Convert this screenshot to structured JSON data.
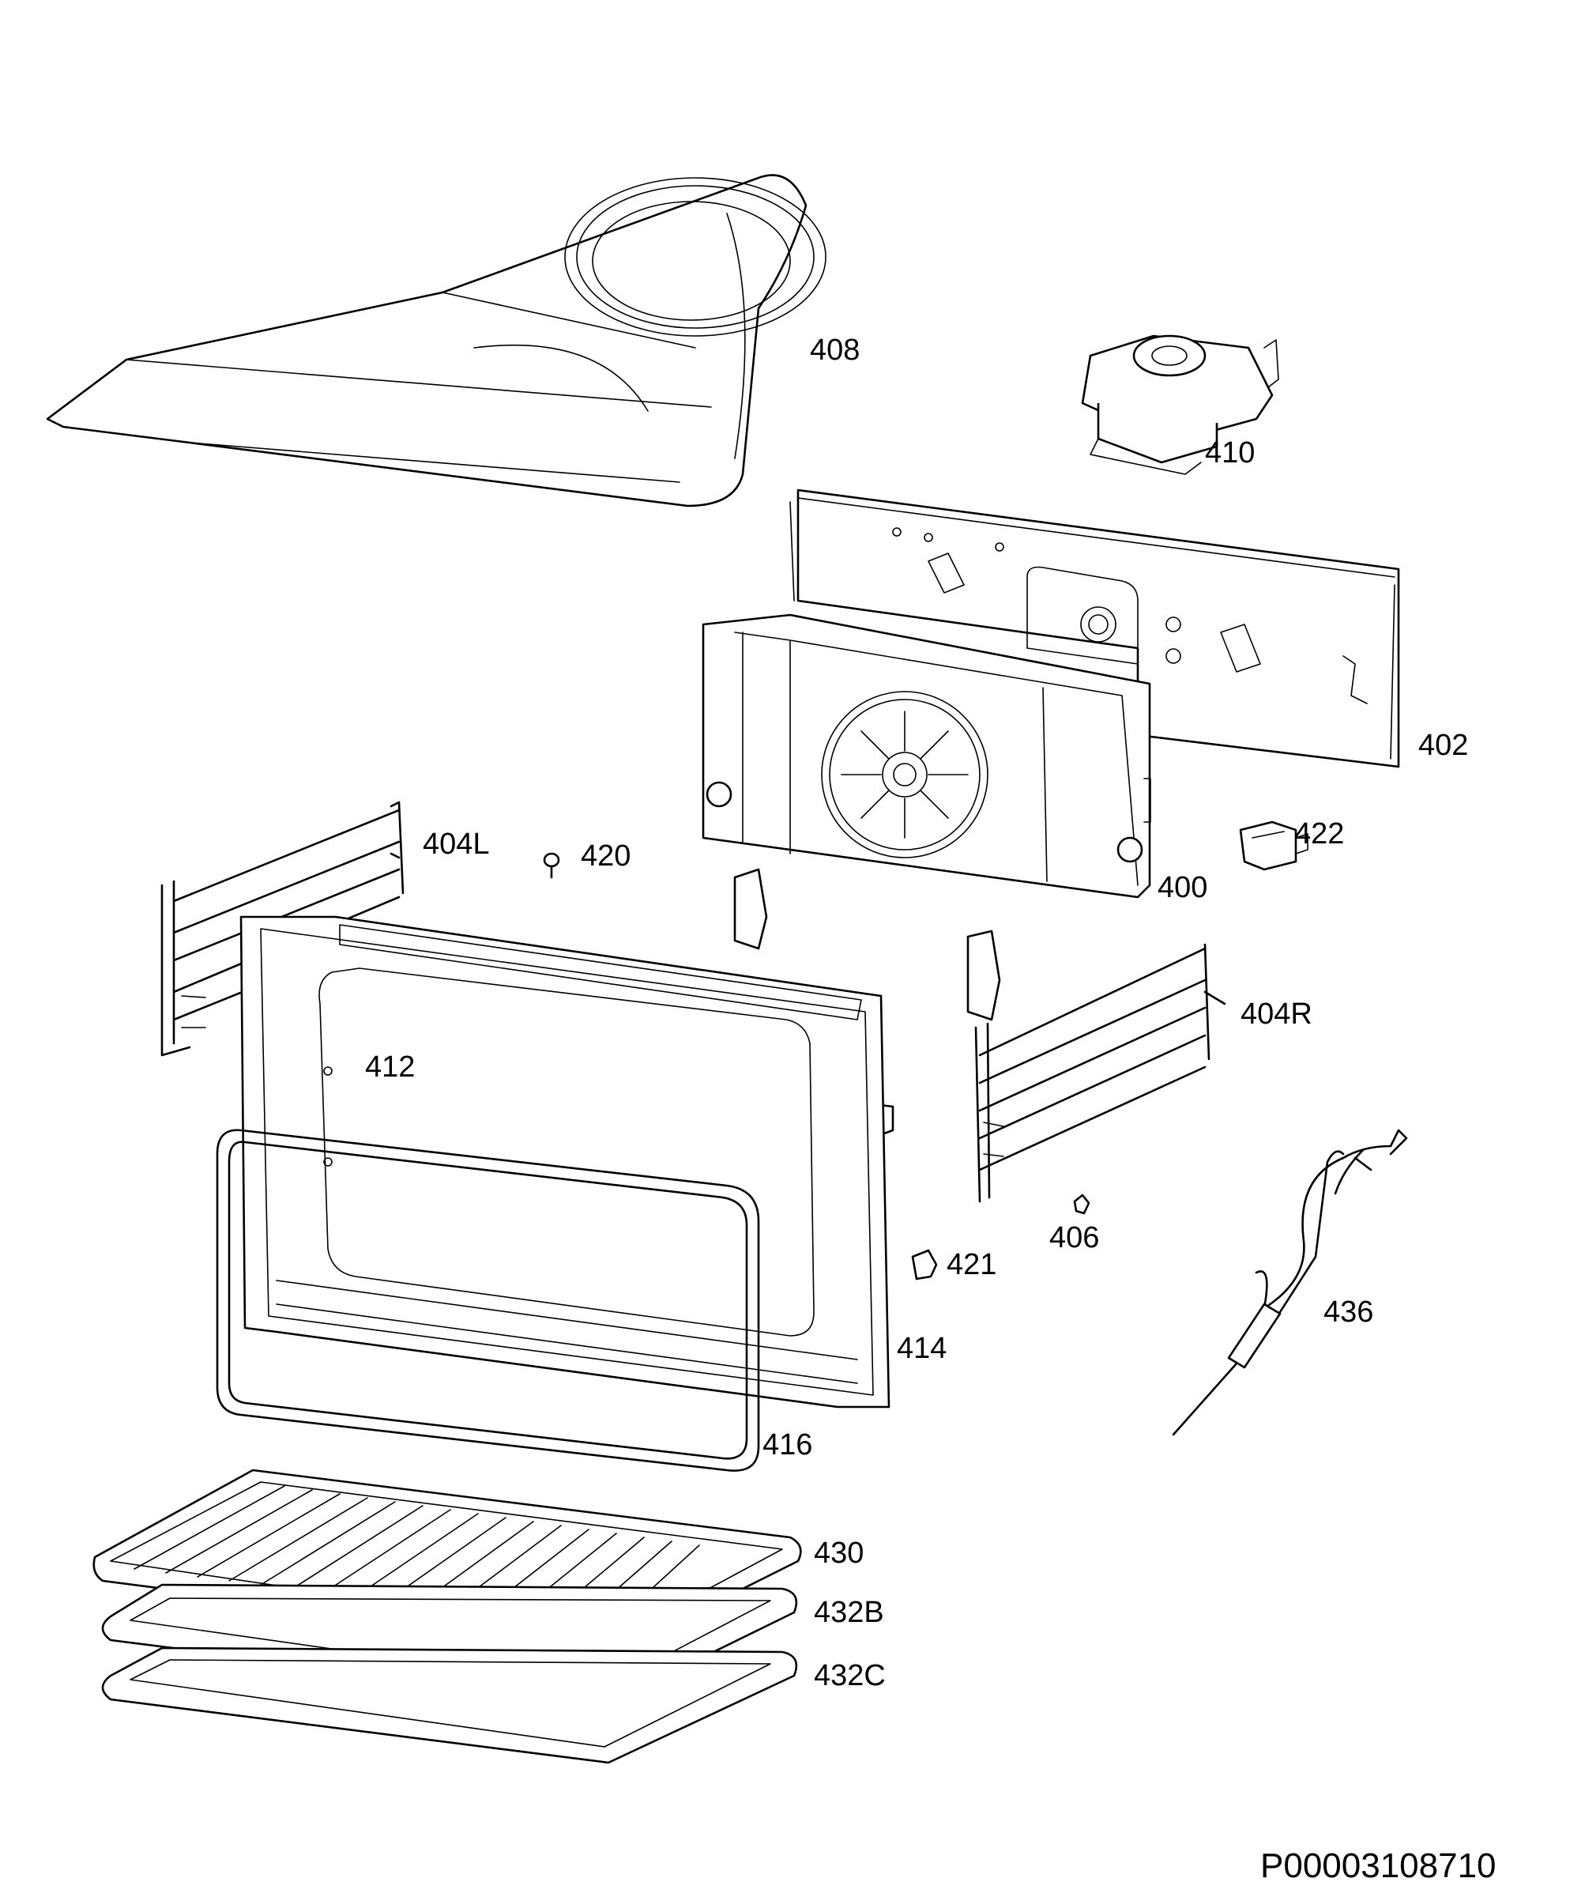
{
  "labels": {
    "408": "408",
    "410": "410",
    "402": "402",
    "400": "400",
    "422": "422",
    "404L": "404L",
    "420": "420",
    "404R": "404R",
    "412": "412",
    "406": "406",
    "421": "421",
    "436": "436",
    "414": "414",
    "416": "416",
    "430": "430",
    "432B": "432B",
    "432C": "432C"
  },
  "document_id": "P00003108710"
}
